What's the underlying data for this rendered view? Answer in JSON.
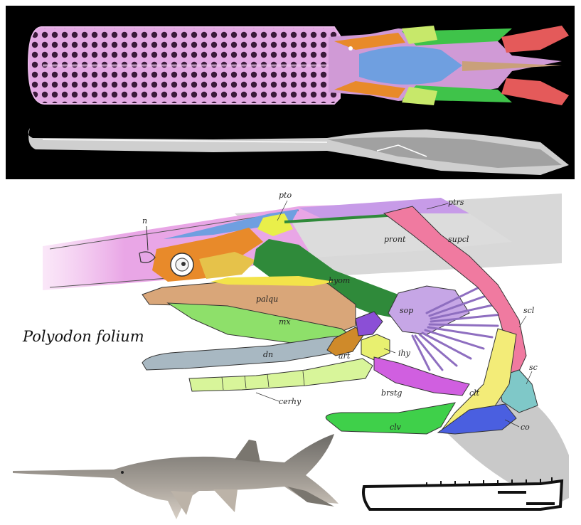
{
  "species_label": "Polyodon folium",
  "bone_labels": {
    "n": "n",
    "pto": "pto",
    "ptrs": "ptrs",
    "pront": "pront",
    "supcl": "supcl",
    "hyom": "hyom",
    "palqu": "palqu",
    "mx": "mx",
    "sop": "sop",
    "scl": "scl",
    "dn": "dn",
    "art": "art",
    "ihy": "ihy",
    "sc": "sc",
    "cerhy": "cerhy",
    "brstg": "brstg",
    "clt": "clt",
    "clv": "clv",
    "co": "co"
  },
  "colors": {
    "rostrum": "#e6a6e6",
    "skull_blue": "#6f9fe0",
    "orange": "#e88a2a",
    "green": "#3fc34a",
    "red": "#e45a5a",
    "palqu": "#d9a679",
    "mx": "#8ee06a",
    "dn": "#a8b8c2",
    "hyom": "#2f8a3a",
    "sop": "#c6a6e6",
    "supcl": "#f07aa0",
    "clt": "#f3ec78",
    "clv": "#3fd04a",
    "co": "#4a5fe0",
    "sc": "#7fc8c8",
    "cerhy": "#d8f59a",
    "brstg": "#d05fe0",
    "art": "#cf8a2a",
    "ihy": "#e8f070",
    "icon_names": [
      "ct-scan-skull-dorsal",
      "ct-scan-skull-lateral",
      "paddlefish-photo",
      "fossil-silhouette"
    ]
  }
}
